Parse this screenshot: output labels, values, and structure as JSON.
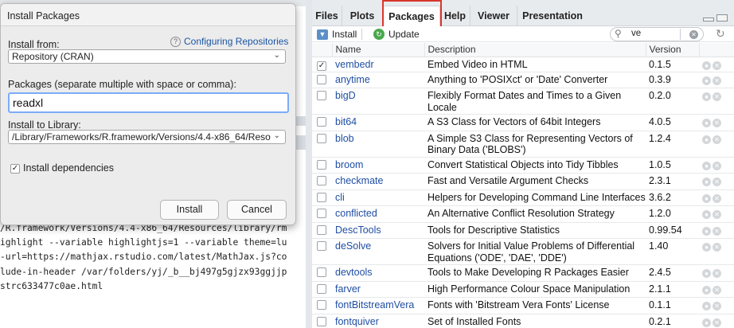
{
  "console": {
    "lines": [
      "/R.framework/Versions/4.4-x86_64/Resources/library/rm",
      "ighlight --variable highlightjs=1 --variable theme=lu",
      "-url=https://mathjax.rstudio.com/latest/MathJax.js?co",
      "lude-in-header /var/folders/yj/_b__bj497g5gjzx93ggjjp",
      "strc633477c0ae.html"
    ]
  },
  "dialog": {
    "title": "Install Packages",
    "install_from_label": "Install from:",
    "help_link": "Configuring Repositories",
    "install_from_value": "Repository (CRAN)",
    "packages_label": "Packages (separate multiple with space or comma):",
    "packages_value": "readxl",
    "library_label": "Install to Library:",
    "library_value": "/Library/Frameworks/R.framework/Versions/4.4-x86_64/Reso",
    "install_deps_label": "Install dependencies",
    "install_deps_checked": true,
    "install_button": "Install",
    "cancel_button": "Cancel"
  },
  "tabs": [
    "Files",
    "Plots",
    "Packages",
    "Help",
    "Viewer",
    "Presentation"
  ],
  "active_tab": "Packages",
  "toolbar": {
    "install_label": "Install",
    "update_label": "Update",
    "search_value": "ve"
  },
  "table": {
    "headers": [
      "",
      "Name",
      "Description",
      "Version",
      ""
    ],
    "rows": [
      {
        "checked": true,
        "name": "vembedr",
        "description": "Embed Video in HTML",
        "version": "0.1.5"
      },
      {
        "checked": false,
        "name": "anytime",
        "description": "Anything to 'POSIXct' or 'Date' Converter",
        "version": "0.3.9"
      },
      {
        "checked": false,
        "name": "bigD",
        "description": "Flexibly Format Dates and Times to a Given Locale",
        "version": "0.2.0"
      },
      {
        "checked": false,
        "name": "bit64",
        "description": "A S3 Class for Vectors of 64bit Integers",
        "version": "4.0.5"
      },
      {
        "checked": false,
        "name": "blob",
        "description": "A Simple S3 Class for Representing Vectors of Binary Data ('BLOBS')",
        "version": "1.2.4"
      },
      {
        "checked": false,
        "name": "broom",
        "description": "Convert Statistical Objects into Tidy Tibbles",
        "version": "1.0.5"
      },
      {
        "checked": false,
        "name": "checkmate",
        "description": "Fast and Versatile Argument Checks",
        "version": "2.3.1"
      },
      {
        "checked": false,
        "name": "cli",
        "description": "Helpers for Developing Command Line Interfaces",
        "version": "3.6.2"
      },
      {
        "checked": false,
        "name": "conflicted",
        "description": "An Alternative Conflict Resolution Strategy",
        "version": "1.2.0"
      },
      {
        "checked": false,
        "name": "DescTools",
        "description": "Tools for Descriptive Statistics",
        "version": "0.99.54"
      },
      {
        "checked": false,
        "name": "deSolve",
        "description": "Solvers for Initial Value Problems of Differential Equations ('ODE', 'DAE', 'DDE')",
        "version": "1.40"
      },
      {
        "checked": false,
        "name": "devtools",
        "description": "Tools to Make Developing R Packages Easier",
        "version": "2.4.5"
      },
      {
        "checked": false,
        "name": "farver",
        "description": "High Performance Colour Space Manipulation",
        "version": "2.1.1"
      },
      {
        "checked": false,
        "name": "fontBitstreamVera",
        "description": "Fonts with 'Bitstream Vera Fonts' License",
        "version": "0.1.1"
      },
      {
        "checked": false,
        "name": "fontquiver",
        "description": "Set of Installed Fonts",
        "version": "0.2.1"
      }
    ]
  },
  "colors": {
    "link": "#1f4ea3",
    "highlight_box": "#d9362c",
    "focus_border": "#7cacf8"
  }
}
